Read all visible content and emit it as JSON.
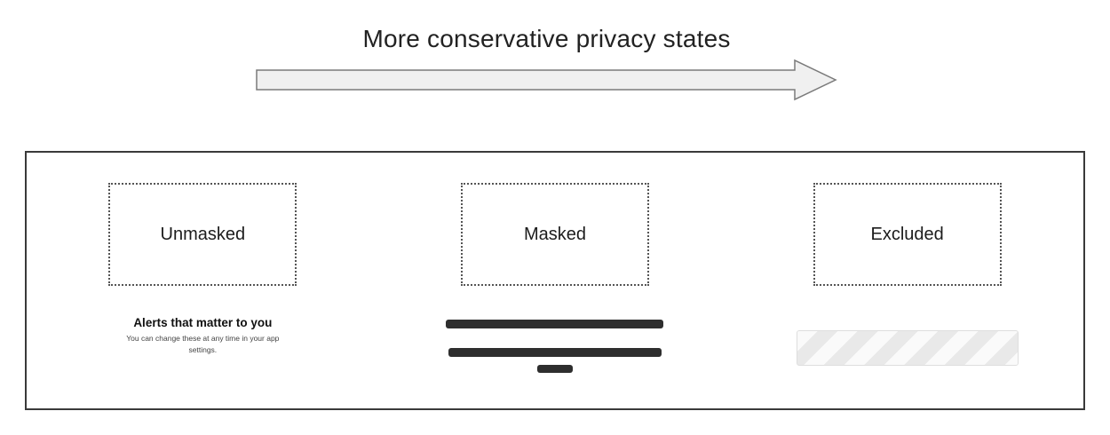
{
  "header": {
    "title": "More conservative privacy states"
  },
  "colors": {
    "arrow_fill": "#f0f0f0",
    "arrow_stroke": "#7a7a7a",
    "redaction_bar": "#2e2e2e",
    "panel_border": "#3a3a3a"
  },
  "panel": {
    "states": [
      {
        "label": "Unmasked"
      },
      {
        "label": "Masked"
      },
      {
        "label": "Excluded"
      }
    ],
    "unmasked_example": {
      "heading": "Alerts that matter to you",
      "subtext": "You can change these at any time in your app settings."
    }
  }
}
